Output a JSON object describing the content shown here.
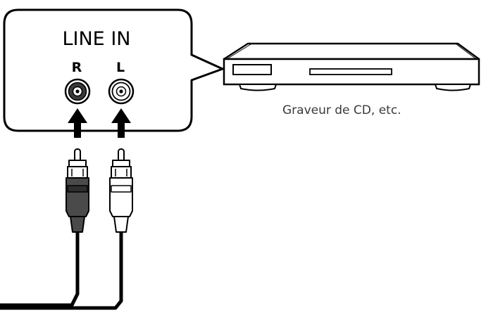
{
  "panel": {
    "title": "LINE IN",
    "right_label": "R",
    "left_label": "L"
  },
  "device": {
    "caption": "Graveur de CD, etc."
  },
  "icons": {
    "right_jack": "rca-jack-dark-icon",
    "left_jack": "rca-jack-white-icon",
    "right_arrow": "arrow-up-icon",
    "left_arrow": "arrow-up-icon",
    "right_plug": "rca-plug-dark-icon",
    "left_plug": "rca-plug-white-icon"
  },
  "colors": {
    "line": "#000000",
    "dark_plug": "#4a4a4a",
    "dark_plug_shade": "#2e2e2e",
    "white_plug": "#ffffff",
    "caption": "#3a3a3a"
  }
}
